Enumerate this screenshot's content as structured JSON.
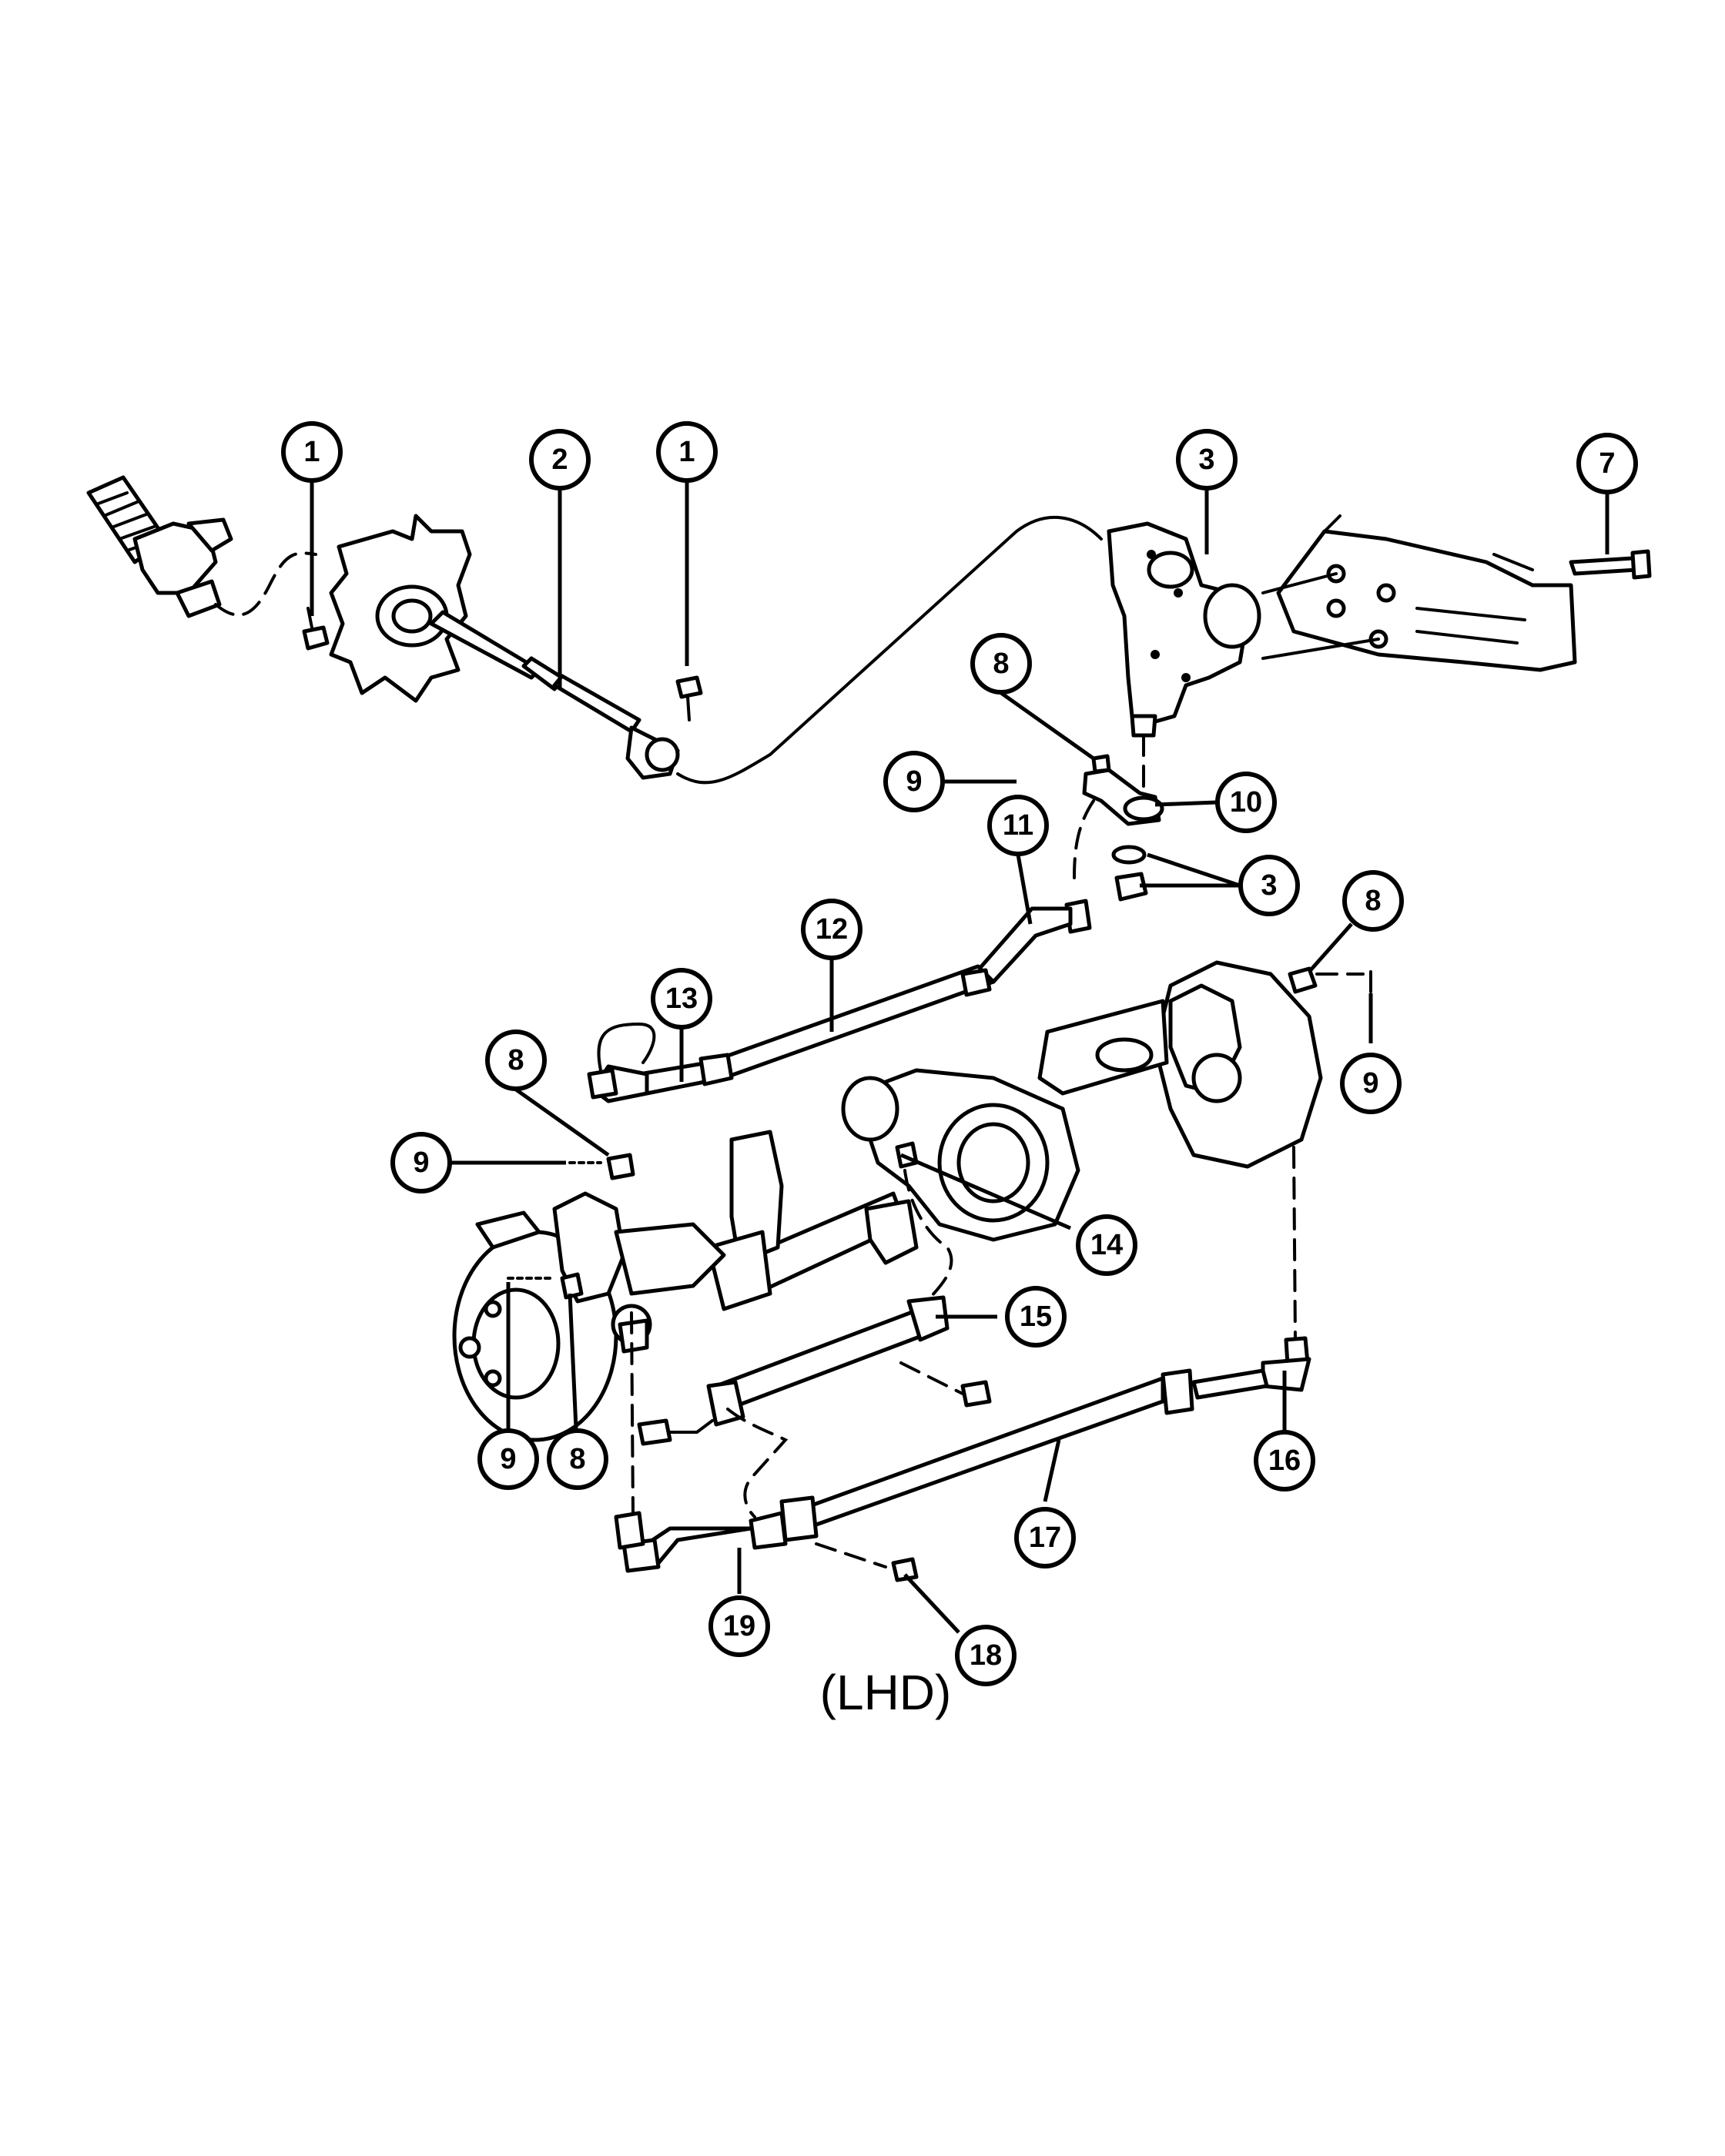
{
  "diagram": {
    "variant_label": "(LHD)",
    "callouts": [
      {
        "id": "c1a",
        "number": "1"
      },
      {
        "id": "c2",
        "number": "2"
      },
      {
        "id": "c1b",
        "number": "1"
      },
      {
        "id": "c3a",
        "number": "3"
      },
      {
        "id": "c7",
        "number": "7"
      },
      {
        "id": "c8a",
        "number": "8"
      },
      {
        "id": "c9a",
        "number": "9"
      },
      {
        "id": "c10",
        "number": "10"
      },
      {
        "id": "c11",
        "number": "11"
      },
      {
        "id": "c3b",
        "number": "3"
      },
      {
        "id": "c12",
        "number": "12"
      },
      {
        "id": "c13",
        "number": "13"
      },
      {
        "id": "c8b",
        "number": "8"
      },
      {
        "id": "c9b",
        "number": "9"
      },
      {
        "id": "c8c",
        "number": "8"
      },
      {
        "id": "c9c",
        "number": "9"
      },
      {
        "id": "c14",
        "number": "14"
      },
      {
        "id": "c15",
        "number": "15"
      },
      {
        "id": "c9d",
        "number": "9"
      },
      {
        "id": "c8d",
        "number": "8"
      },
      {
        "id": "c16",
        "number": "16"
      },
      {
        "id": "c17",
        "number": "17"
      },
      {
        "id": "c19",
        "number": "19"
      },
      {
        "id": "c18",
        "number": "18"
      }
    ]
  }
}
